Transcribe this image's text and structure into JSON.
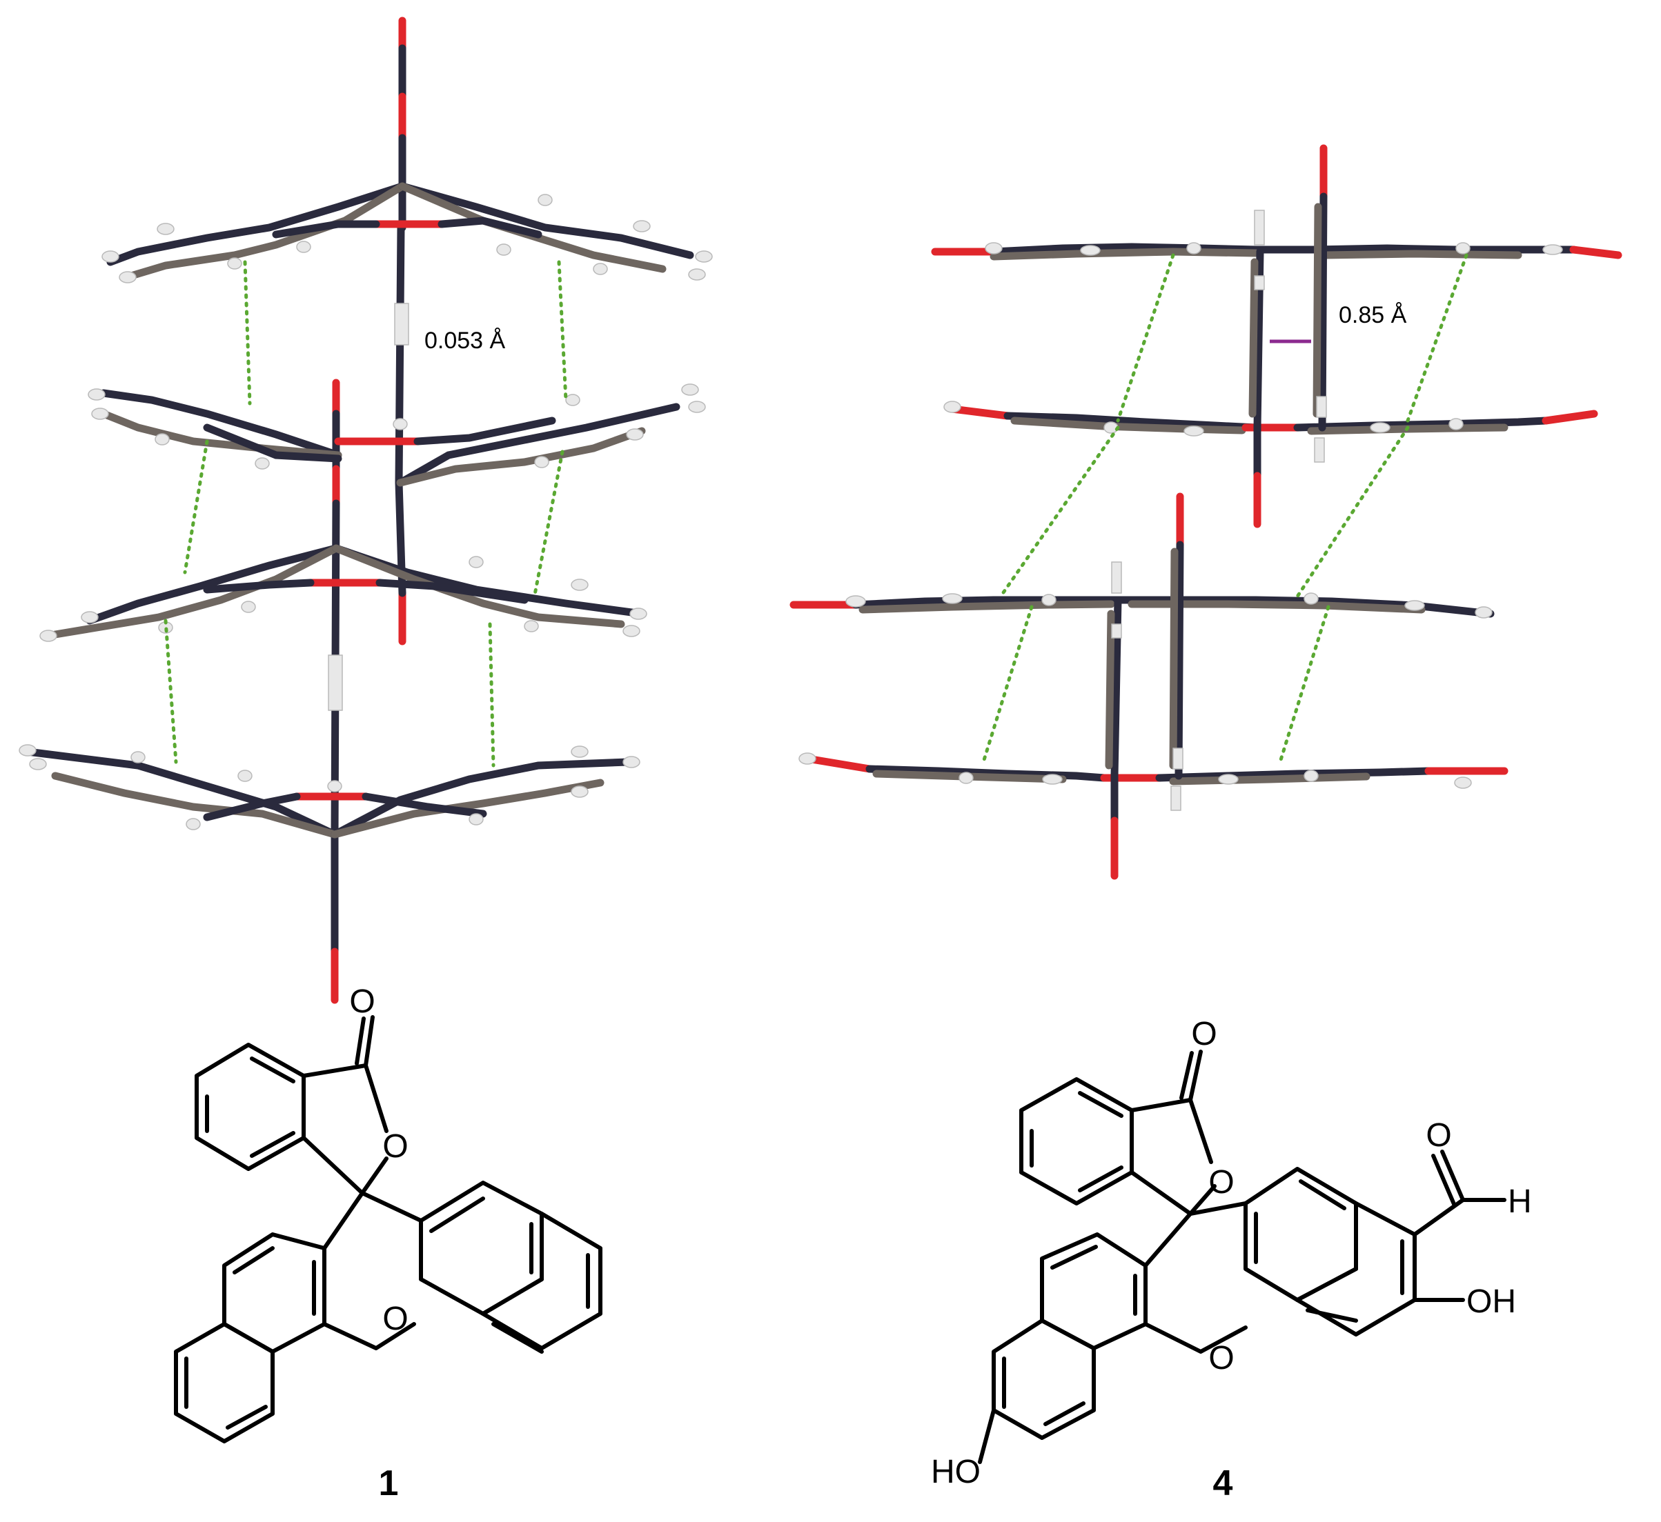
{
  "annotations": {
    "left_distance": "0.053 Å",
    "right_distance": "0.85 Å"
  },
  "compounds": {
    "left_number": "1",
    "right_number": "4"
  },
  "atom_labels": {
    "left_carbonyl_O": "O",
    "left_ring_O": "O",
    "left_xanthene_O": "O",
    "right_carbonyl_O": "O",
    "right_ring_O": "O",
    "right_xanthene_O": "O",
    "right_aldehyde_O": "O",
    "right_aldehyde_H": "H",
    "right_OH": "OH",
    "right_HO": "HO"
  },
  "colors": {
    "carbon_dark": "#2a2a3d",
    "carbon_light": "#6e6660",
    "oxygen": "#e0262b",
    "hydrogen": "#e8e8e8",
    "hbond": "#5aa832",
    "marker": "#8b2a8f"
  }
}
